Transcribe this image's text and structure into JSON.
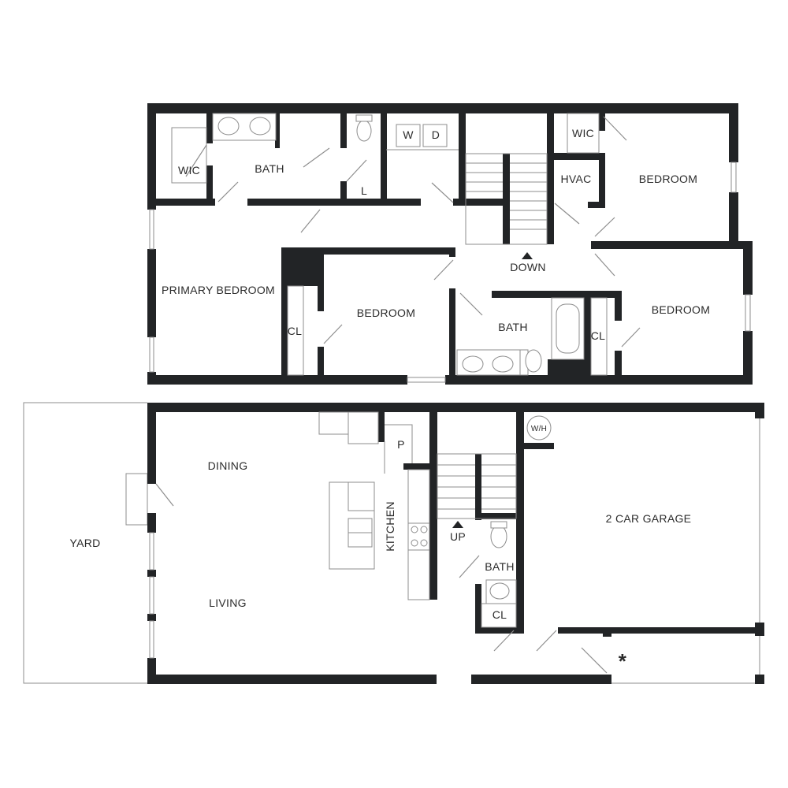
{
  "upper_floor": {
    "rooms": {
      "wic_left": "WIC",
      "bath_primary": "BATH",
      "laundry_w": "W",
      "laundry_d": "D",
      "linen": "L",
      "wic_right": "WIC",
      "hvac": "HVAC",
      "bedroom_ne": "BEDROOM",
      "primary_bedroom": "PRIMARY BEDROOM",
      "bedroom_center": "BEDROOM",
      "closet_center": "CL",
      "bath_hall": "BATH",
      "closet_east": "CL",
      "bedroom_se": "BEDROOM"
    },
    "stairs_label": "DOWN"
  },
  "lower_floor": {
    "rooms": {
      "yard": "YARD",
      "dining": "DINING",
      "living": "LIVING",
      "kitchen": "KITCHEN",
      "pantry": "P",
      "water_heater": "W/H",
      "garage": "2 CAR GARAGE",
      "bath": "BATH",
      "closet": "CL"
    },
    "stairs_label": "UP",
    "marker": "*"
  },
  "colors": {
    "wall": "#222426",
    "fixture_line": "#8d8d8d",
    "text": "#2b2b2b",
    "background": "#ffffff"
  }
}
